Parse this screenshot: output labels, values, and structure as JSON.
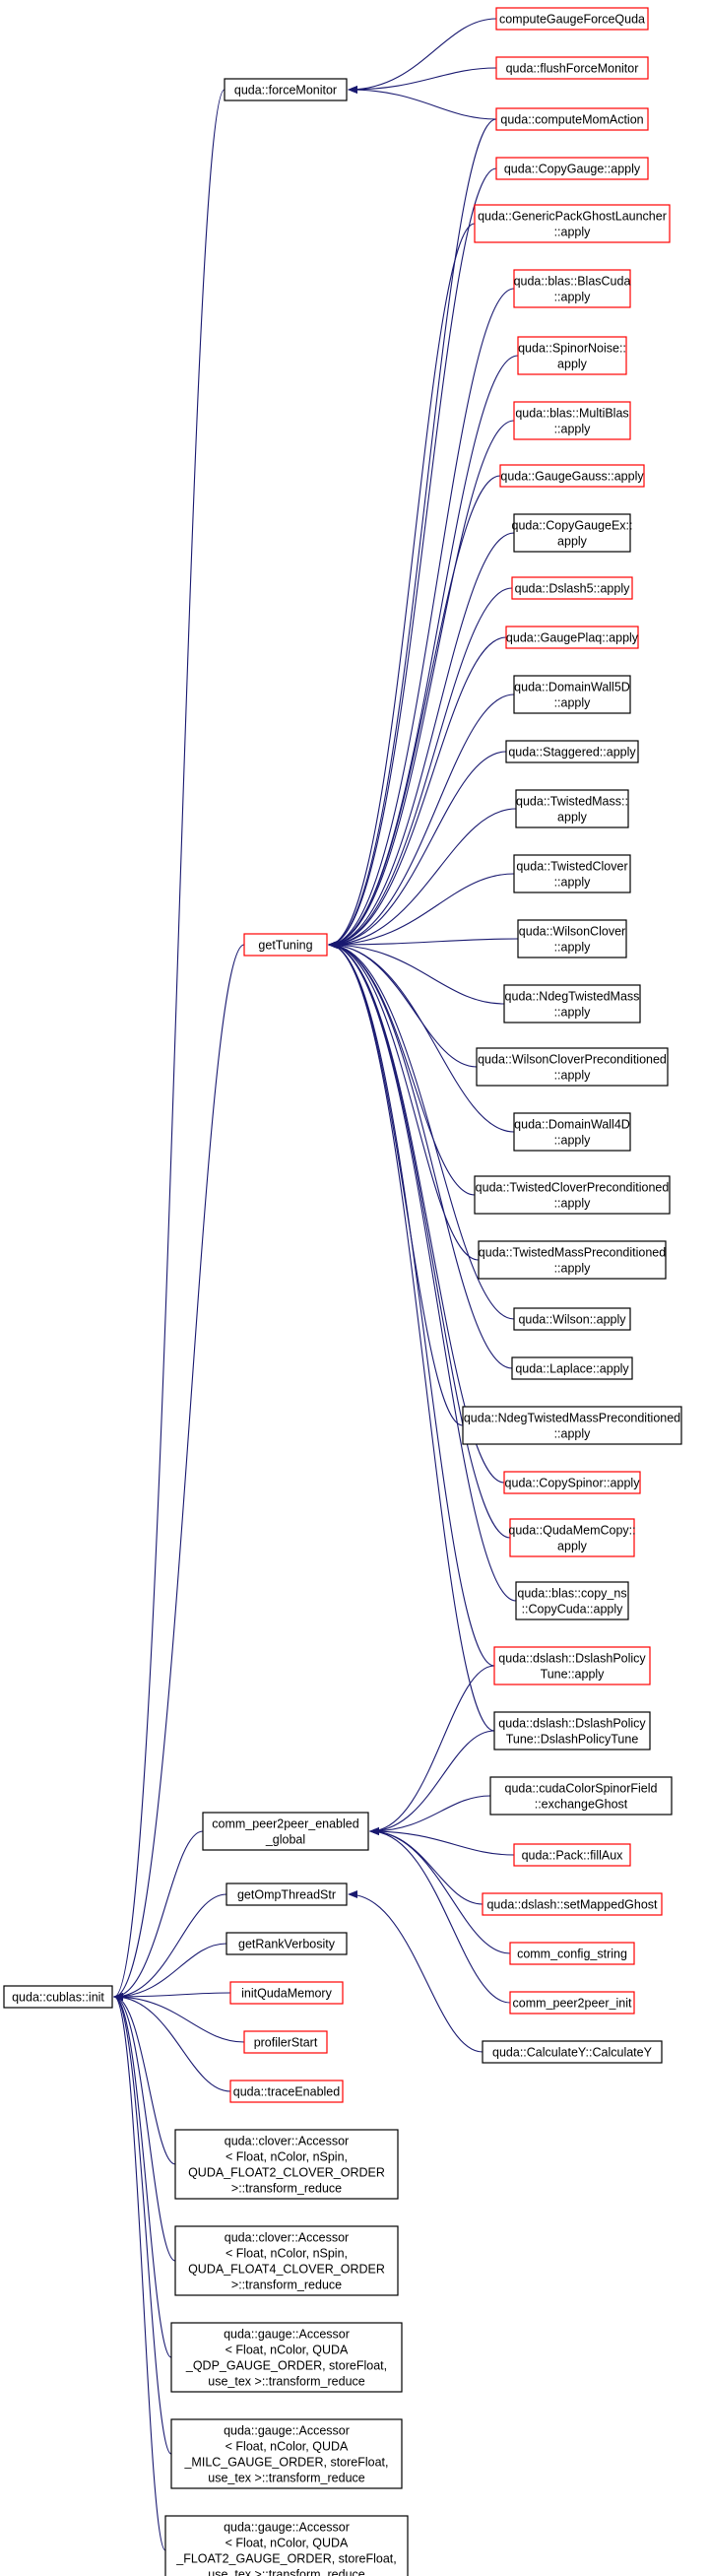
{
  "colors": {
    "edge": "#191970",
    "node_border_plain": "#000000",
    "node_border_link": "#ff0000",
    "root_fill": "#bfbfbf"
  },
  "nodes": {
    "root": {
      "lines": [
        "quda::cublas::init"
      ],
      "kind": "root"
    },
    "forceMonitor": {
      "lines": [
        "quda::forceMonitor"
      ],
      "kind": "plain"
    },
    "computeGaugeForceQuda": {
      "lines": [
        "computeGaugeForceQuda"
      ],
      "kind": "link"
    },
    "flushForceMonitor": {
      "lines": [
        "quda::flushForceMonitor"
      ],
      "kind": "link"
    },
    "computeMomAction": {
      "lines": [
        "quda::computeMomAction"
      ],
      "kind": "link"
    },
    "getTuning": {
      "lines": [
        "getTuning"
      ],
      "kind": "link"
    },
    "copyGaugeApply": {
      "lines": [
        "quda::CopyGauge::apply"
      ],
      "kind": "link"
    },
    "genericPackGhost": {
      "lines": [
        "quda::GenericPackGhostLauncher",
        "::apply"
      ],
      "kind": "link"
    },
    "blasCuda": {
      "lines": [
        "quda::blas::BlasCuda",
        "::apply"
      ],
      "kind": "link"
    },
    "spinorNoise": {
      "lines": [
        "quda::SpinorNoise::",
        "apply"
      ],
      "kind": "link"
    },
    "multiBlas": {
      "lines": [
        "quda::blas::MultiBlas",
        "::apply"
      ],
      "kind": "link"
    },
    "gaugeGauss": {
      "lines": [
        "quda::GaugeGauss::apply"
      ],
      "kind": "link"
    },
    "copyGaugeEx": {
      "lines": [
        "quda::CopyGaugeEx::",
        "apply"
      ],
      "kind": "plain"
    },
    "dslash5": {
      "lines": [
        "quda::Dslash5::apply"
      ],
      "kind": "link"
    },
    "gaugePlaq": {
      "lines": [
        "quda::GaugePlaq::apply"
      ],
      "kind": "link"
    },
    "domainWall5D": {
      "lines": [
        "quda::DomainWall5D",
        "::apply"
      ],
      "kind": "plain"
    },
    "staggered": {
      "lines": [
        "quda::Staggered::apply"
      ],
      "kind": "plain"
    },
    "twistedMass": {
      "lines": [
        "quda::TwistedMass::",
        "apply"
      ],
      "kind": "plain"
    },
    "twistedClover": {
      "lines": [
        "quda::TwistedClover",
        "::apply"
      ],
      "kind": "plain"
    },
    "wilsonClover": {
      "lines": [
        "quda::WilsonClover",
        "::apply"
      ],
      "kind": "plain"
    },
    "ndegTwistedMass": {
      "lines": [
        "quda::NdegTwistedMass",
        "::apply"
      ],
      "kind": "plain"
    },
    "wilsonCloverPrec": {
      "lines": [
        "quda::WilsonCloverPreconditioned",
        "::apply"
      ],
      "kind": "plain"
    },
    "domainWall4D": {
      "lines": [
        "quda::DomainWall4D",
        "::apply"
      ],
      "kind": "plain"
    },
    "twistedCloverPrec": {
      "lines": [
        "quda::TwistedCloverPreconditioned",
        "::apply"
      ],
      "kind": "plain"
    },
    "twistedMassPrec": {
      "lines": [
        "quda::TwistedMassPreconditioned",
        "::apply"
      ],
      "kind": "plain"
    },
    "wilson": {
      "lines": [
        "quda::Wilson::apply"
      ],
      "kind": "plain"
    },
    "laplace": {
      "lines": [
        "quda::Laplace::apply"
      ],
      "kind": "plain"
    },
    "ndegTwistedMassPrec": {
      "lines": [
        "quda::NdegTwistedMassPreconditioned",
        "::apply"
      ],
      "kind": "plain"
    },
    "copySpinor": {
      "lines": [
        "quda::CopySpinor::apply"
      ],
      "kind": "link"
    },
    "qudaMemCopy": {
      "lines": [
        "quda::QudaMemCopy::",
        "apply"
      ],
      "kind": "link"
    },
    "copyCuda": {
      "lines": [
        "quda::blas::copy_ns",
        "::CopyCuda::apply"
      ],
      "kind": "plain"
    },
    "dslashPolicyTuneApply": {
      "lines": [
        "quda::dslash::DslashPolicy",
        "Tune::apply"
      ],
      "kind": "link"
    },
    "dslashPolicyTuneCtor": {
      "lines": [
        "quda::dslash::DslashPolicy",
        "Tune::DslashPolicyTune"
      ],
      "kind": "plain"
    },
    "commP2P": {
      "lines": [
        "comm_peer2peer_enabled",
        "_global"
      ],
      "kind": "plain"
    },
    "cudaColorSpinor": {
      "lines": [
        "quda::cudaColorSpinorField",
        "::exchangeGhost"
      ],
      "kind": "plain"
    },
    "packFillAux": {
      "lines": [
        "quda::Pack::fillAux"
      ],
      "kind": "link"
    },
    "setMappedGhost": {
      "lines": [
        "quda::dslash::setMappedGhost"
      ],
      "kind": "link"
    },
    "commConfigString": {
      "lines": [
        "comm_config_string"
      ],
      "kind": "link"
    },
    "commP2PInit": {
      "lines": [
        "comm_peer2peer_init"
      ],
      "kind": "link"
    },
    "getOmpThreadStr": {
      "lines": [
        "getOmpThreadStr"
      ],
      "kind": "plain"
    },
    "calculateY": {
      "lines": [
        "quda::CalculateY::CalculateY"
      ],
      "kind": "plain"
    },
    "getRankVerbosity": {
      "lines": [
        "getRankVerbosity"
      ],
      "kind": "plain"
    },
    "initQudaMemory": {
      "lines": [
        "initQudaMemory"
      ],
      "kind": "link"
    },
    "profilerStart": {
      "lines": [
        "profilerStart"
      ],
      "kind": "link"
    },
    "traceEnabled": {
      "lines": [
        "quda::traceEnabled"
      ],
      "kind": "link"
    },
    "cloverAccessor2": {
      "lines": [
        "quda::clover::Accessor",
        "< Float, nColor, nSpin,",
        "QUDA_FLOAT2_CLOVER_ORDER",
        ">::transform_reduce"
      ],
      "kind": "plain"
    },
    "cloverAccessor4": {
      "lines": [
        "quda::clover::Accessor",
        "< Float, nColor, nSpin,",
        "QUDA_FLOAT4_CLOVER_ORDER",
        ">::transform_reduce"
      ],
      "kind": "plain"
    },
    "gaugeAccessorQDP": {
      "lines": [
        "quda::gauge::Accessor",
        "< Float, nColor, QUDA",
        "_QDP_GAUGE_ORDER, storeFloat,",
        "use_tex >::transform_reduce"
      ],
      "kind": "plain"
    },
    "gaugeAccessorMILC": {
      "lines": [
        "quda::gauge::Accessor",
        "< Float, nColor, QUDA",
        "_MILC_GAUGE_ORDER, storeFloat,",
        "use_tex >::transform_reduce"
      ],
      "kind": "plain"
    },
    "gaugeAccessorF2": {
      "lines": [
        "quda::gauge::Accessor",
        "< Float, nColor, QUDA",
        "_FLOAT2_GAUGE_ORDER, storeFloat,",
        "use_tex >::transform_reduce"
      ],
      "kind": "plain"
    }
  },
  "edges": [
    [
      "root",
      "forceMonitor"
    ],
    [
      "root",
      "getTuning"
    ],
    [
      "root",
      "commP2P"
    ],
    [
      "root",
      "getOmpThreadStr"
    ],
    [
      "root",
      "getRankVerbosity"
    ],
    [
      "root",
      "initQudaMemory"
    ],
    [
      "root",
      "profilerStart"
    ],
    [
      "root",
      "traceEnabled"
    ],
    [
      "root",
      "cloverAccessor2"
    ],
    [
      "root",
      "cloverAccessor4"
    ],
    [
      "root",
      "gaugeAccessorQDP"
    ],
    [
      "root",
      "gaugeAccessorMILC"
    ],
    [
      "root",
      "gaugeAccessorF2"
    ],
    [
      "forceMonitor",
      "computeGaugeForceQuda"
    ],
    [
      "forceMonitor",
      "flushForceMonitor"
    ],
    [
      "forceMonitor",
      "computeMomAction"
    ],
    [
      "getTuning",
      "computeMomAction"
    ],
    [
      "getTuning",
      "copyGaugeApply"
    ],
    [
      "getTuning",
      "genericPackGhost"
    ],
    [
      "getTuning",
      "blasCuda"
    ],
    [
      "getTuning",
      "spinorNoise"
    ],
    [
      "getTuning",
      "multiBlas"
    ],
    [
      "getTuning",
      "gaugeGauss"
    ],
    [
      "getTuning",
      "copyGaugeEx"
    ],
    [
      "getTuning",
      "dslash5"
    ],
    [
      "getTuning",
      "gaugePlaq"
    ],
    [
      "getTuning",
      "domainWall5D"
    ],
    [
      "getTuning",
      "staggered"
    ],
    [
      "getTuning",
      "twistedMass"
    ],
    [
      "getTuning",
      "twistedClover"
    ],
    [
      "getTuning",
      "wilsonClover"
    ],
    [
      "getTuning",
      "ndegTwistedMass"
    ],
    [
      "getTuning",
      "wilsonCloverPrec"
    ],
    [
      "getTuning",
      "domainWall4D"
    ],
    [
      "getTuning",
      "twistedCloverPrec"
    ],
    [
      "getTuning",
      "twistedMassPrec"
    ],
    [
      "getTuning",
      "wilson"
    ],
    [
      "getTuning",
      "laplace"
    ],
    [
      "getTuning",
      "ndegTwistedMassPrec"
    ],
    [
      "getTuning",
      "copySpinor"
    ],
    [
      "getTuning",
      "qudaMemCopy"
    ],
    [
      "getTuning",
      "copyCuda"
    ],
    [
      "getTuning",
      "dslashPolicyTuneApply"
    ],
    [
      "getTuning",
      "dslashPolicyTuneCtor"
    ],
    [
      "commP2P",
      "dslashPolicyTuneApply"
    ],
    [
      "commP2P",
      "dslashPolicyTuneCtor"
    ],
    [
      "commP2P",
      "cudaColorSpinor"
    ],
    [
      "commP2P",
      "packFillAux"
    ],
    [
      "commP2P",
      "setMappedGhost"
    ],
    [
      "commP2P",
      "commConfigString"
    ],
    [
      "commP2P",
      "commP2PInit"
    ],
    [
      "getOmpThreadStr",
      "calculateY"
    ]
  ]
}
